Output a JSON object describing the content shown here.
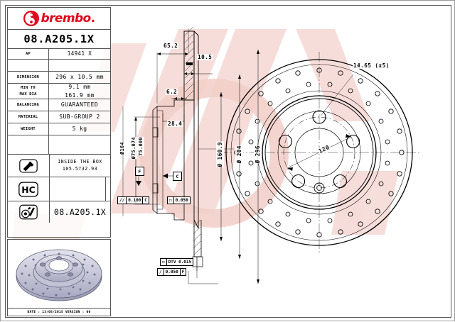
{
  "brand": {
    "name": "brembo",
    "color": "#e2001a"
  },
  "part": {
    "code": "08.A205.1X",
    "ap_label": "AP",
    "ap_value": "14941 X"
  },
  "specs": [
    {
      "key": "DIMENSION",
      "value": "296 x 10.5 mm"
    },
    {
      "key": "MIN TH\nMAX DIA",
      "value": "9.1 mm\n161.9 mm",
      "key1": "MIN TH",
      "key2": "MAX DIA",
      "val1": "9.1 mm",
      "val2": "161.9 mm"
    },
    {
      "key": "BALANCING",
      "value": "GUARANTEED"
    },
    {
      "key": "MATERIAL",
      "value": "SUB-GROUP 2"
    },
    {
      "key": "WEIGHT",
      "value": "5 kg"
    }
  ],
  "inside_box": {
    "icon": "bolt-icon",
    "line1": "INSIDE THE BOX",
    "line2": "105.5732.93"
  },
  "hc": {
    "label": "HC",
    "icon": "hc-badge-icon"
  },
  "bottom_code": {
    "icon": "disc-brake-icon",
    "value": "08.A205.1X"
  },
  "photo": {
    "icon": "brake-disc-photo"
  },
  "footer": {
    "text": "DATE : 13/05/2015  VERSION : 00"
  },
  "drawing": {
    "section_dims": {
      "overall_width": "65.2",
      "hat_thickness": "10.5",
      "step": "6.2",
      "bore_tol_top": "75.074",
      "bore_tol_bottom": "75.000",
      "bore_dia_symbol": "Ø",
      "hat_dia": "Ø164",
      "inner_band": "28.4",
      "dia_160": "Ø 160.9",
      "dia_204": "Ø 204",
      "dia_296": "Ø 296"
    },
    "datums": {
      "f": "F",
      "c": "C"
    },
    "tolerances": [
      {
        "symbol": "parallelism",
        "value": "0.100",
        "datum": "C"
      },
      {
        "symbol": "flatness",
        "value": "0.050",
        "datum": ""
      },
      {
        "symbol": "dtv",
        "value": "DTV 0.015",
        "datum": ""
      },
      {
        "symbol": "runout",
        "value": "0.050",
        "datum": "F"
      }
    ],
    "face_view": {
      "hole_callout": "14.65 (x5)",
      "bolt_circle": "120"
    }
  }
}
